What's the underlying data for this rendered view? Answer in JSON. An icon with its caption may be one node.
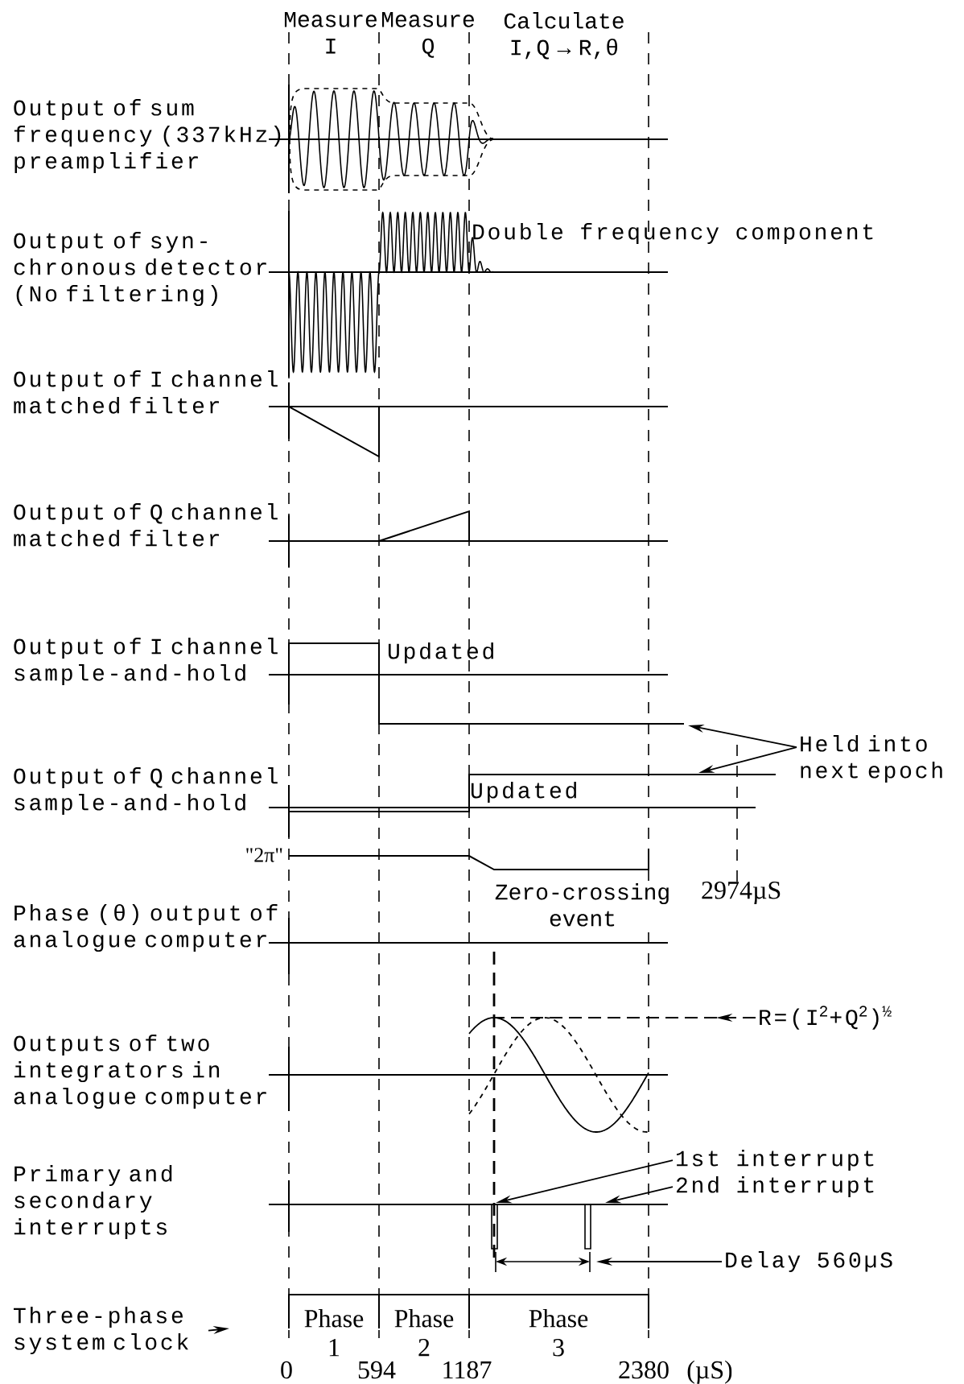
{
  "diagram": {
    "nodes": [
      {
        "text": [
          "Held into next epoch"
        ]
      },
      {
        "text": [
          "1st interrupt"
        ]
      },
      {
        "text": [
          "2nd interrupt"
        ]
      },
      {
        "text": [
          "Delay 560µS"
        ]
      },
      {
        "text": [
          "R=(I$^{2}$+Q$^{2}$)$^{½}$"
        ]
      },
      {
        "text": [
          "Three-phase system clock"
        ]
      },
      {
        "text": [],
        "shape": "line"
      },
      {
        "text": [],
        "shape": "line"
      },
      {
        "text": [],
        "shape": "line"
      }
    ],
    "edges": [
      {
        "from": 0,
        "to": 6,
        "arrow": "to"
      },
      {
        "from": 0,
        "to": 7,
        "arrow": "to"
      },
      {
        "from": 1,
        "to": null,
        "arrow": "to"
      },
      {
        "from": 2,
        "to": null,
        "arrow": "to"
      },
      {
        "from": 3,
        "to": null,
        "arrow": "to"
      },
      {
        "from": 4,
        "to": 8,
        "arrow": "to",
        "style": "dashed"
      },
      {
        "from": 5,
        "to": null,
        "arrow": "to"
      }
    ],
    "labels": [
      "Measure I",
      "Measure Q",
      "Calculate I,Q → R,θ",
      "Output of sum frequency (337kHz) preamplifier",
      "Output of syn-chronous detector (No filtering)",
      "Double frequency component",
      "Output of I channel matched filter",
      "Output of Q channel matched filter",
      "Output of I channel sample-and-hold",
      "Updated",
      "Output of Q channel sample-and-hold",
      "Updated",
      "\"2π\"",
      "Phase (θ) output of analogue computer",
      "Zero-crossing event",
      "2974µS",
      "Outputs of two integrators in analogue computer",
      "Primary and secondary interrupts",
      "Phase 1",
      "Phase 2",
      "Phase 3",
      "0",
      "594",
      "1187",
      "2380",
      "(µS)"
    ]
  }
}
